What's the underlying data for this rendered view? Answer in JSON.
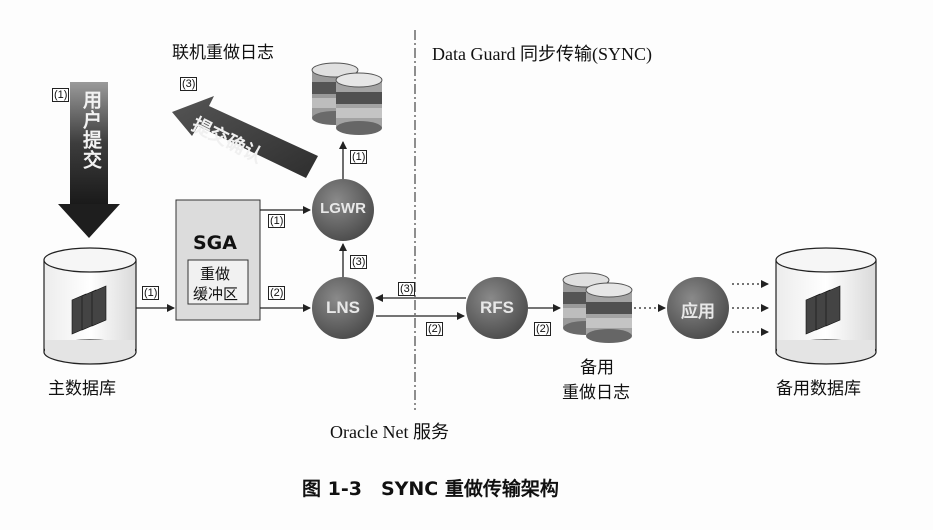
{
  "labels": {
    "online_redo_log": "联机重做日志",
    "dataguard_sync": "Data Guard 同步传输(SYNC)",
    "user_commit": "用户提交",
    "commit_ack": "提交确认",
    "sga": "SGA",
    "redo_buffer_line1": "重做",
    "redo_buffer_line2": "缓冲区",
    "lgwr": "LGWR",
    "lns": "LNS",
    "rfs": "RFS",
    "apply": "应用",
    "primary_db": "主数据库",
    "standby_redo_line1": "备用",
    "standby_redo_line2": "重做日志",
    "standby_db": "备用数据库",
    "oracle_net": "Oracle Net 服务",
    "caption": "图 1-3　SYNC 重做传输架构"
  },
  "step_tags": {
    "user_commit": "(1)",
    "commit_ack": "(3)",
    "lgwr_to_log": "(1)",
    "sga_to_lgwr": "(1)",
    "lns_to_lgwr": "(3)",
    "primary_to_sga": "(1)",
    "sga_to_lns": "(2)",
    "rfs_to_lns": "(3)",
    "lns_to_rfs": "(2)",
    "rfs_to_standby_redo": "(2)"
  }
}
